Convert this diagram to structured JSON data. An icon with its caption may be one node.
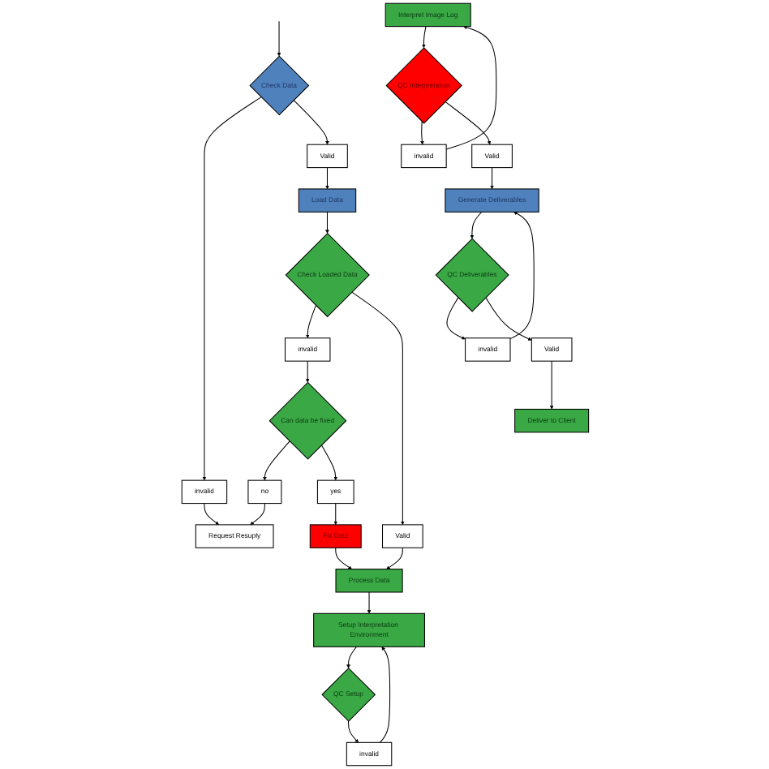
{
  "diagram": {
    "nodes": [
      {
        "text": [
          "Check Data"
        ]
      },
      {
        "text": [
          "invalid"
        ]
      },
      {
        "text": [
          "Request Resuply"
        ]
      },
      {
        "text": [
          "Valid"
        ]
      },
      {
        "text": [
          "Load Data"
        ]
      },
      {
        "text": [
          "Check Loaded Data"
        ]
      },
      {
        "text": [
          "invalid"
        ]
      },
      {
        "text": [
          "Can data be fixed"
        ]
      },
      {
        "text": [
          "no"
        ]
      },
      {
        "text": [
          "yes"
        ]
      },
      {
        "text": [
          "Valid"
        ]
      },
      {
        "text": [
          "Process Data"
        ]
      },
      {
        "text": [
          "Fix Data"
        ]
      },
      {
        "text": [
          "Setup Interpretation Environment"
        ]
      },
      {
        "text": [
          "QC Setup"
        ]
      },
      {
        "text": [
          "invalid"
        ]
      },
      {
        "text": [
          "Interpret Image Log"
        ]
      },
      {
        "text": [
          "QC Interpretation"
        ]
      },
      {
        "text": [
          "invalid"
        ]
      },
      {
        "text": [
          "Valid"
        ]
      },
      {
        "text": [
          "Generate Deliverables"
        ]
      },
      {
        "text": [
          "QC Deliverables"
        ]
      },
      {
        "text": [
          "invalid"
        ]
      },
      {
        "text": [
          "Valid"
        ]
      },
      {
        "text": [
          "Deliver to Client"
        ]
      }
    ],
    "edges": [
      {
        "from": null,
        "to": 0,
        "arrow": "to"
      },
      {
        "from": 0,
        "to": 1,
        "arrow": "to"
      },
      {
        "from": 1,
        "to": 2,
        "arrow": "to"
      },
      {
        "from": 0,
        "to": 3,
        "arrow": "to"
      },
      {
        "from": 3,
        "to": 4,
        "arrow": "to"
      },
      {
        "from": 4,
        "to": 5,
        "arrow": "to"
      },
      {
        "from": 5,
        "to": 6,
        "arrow": "to"
      },
      {
        "from": 6,
        "to": 7,
        "arrow": "to"
      },
      {
        "from": 7,
        "to": 8,
        "arrow": "to"
      },
      {
        "from": 8,
        "to": 2,
        "arrow": "to"
      },
      {
        "from": 7,
        "to": 9,
        "arrow": "to"
      },
      {
        "from": 9,
        "to": 12,
        "arrow": "to"
      },
      {
        "from": 5,
        "to": 10,
        "arrow": "to"
      },
      {
        "from": 10,
        "to": 11,
        "arrow": "to"
      },
      {
        "from": 12,
        "to": 11,
        "arrow": "to"
      },
      {
        "from": 11,
        "to": 13,
        "arrow": "to"
      },
      {
        "from": 13,
        "to": 14,
        "arrow": "to"
      },
      {
        "from": 14,
        "to": 15,
        "arrow": "to"
      },
      {
        "from": 15,
        "to": 13,
        "arrow": "to"
      },
      {
        "from": 16,
        "to": 17,
        "arrow": "to"
      },
      {
        "from": 17,
        "to": 18,
        "arrow": "to"
      },
      {
        "from": 18,
        "to": 16,
        "arrow": "to"
      },
      {
        "from": 17,
        "to": 19,
        "arrow": "to"
      },
      {
        "from": 19,
        "to": 20,
        "arrow": "to"
      },
      {
        "from": 20,
        "to": 21,
        "arrow": "to"
      },
      {
        "from": 21,
        "to": 22,
        "arrow": "to"
      },
      {
        "from": 22,
        "to": 20,
        "arrow": "to"
      },
      {
        "from": 21,
        "to": 23,
        "arrow": "to"
      },
      {
        "from": 23,
        "to": 24,
        "arrow": "to"
      }
    ]
  }
}
